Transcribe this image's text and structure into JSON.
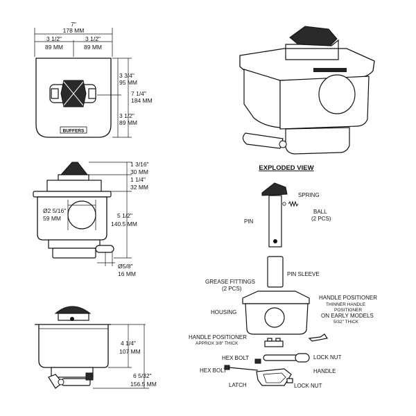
{
  "top_view": {
    "width_in": "7\"",
    "width_mm": "178 MM",
    "half_left_in": "3 1/2\"",
    "half_left_mm": "89 MM",
    "half_right_in": "3 1/2\"",
    "half_right_mm": "89 MM",
    "upper_in": "3 3/4\"",
    "upper_mm": "95 MM",
    "total_in": "7 1/4\"",
    "total_mm": "184 MM",
    "lower_in": "3 1/2\"",
    "lower_mm": "89 MM",
    "brand": "BUFFERS"
  },
  "front_view": {
    "cap_in": "1 3/16\"",
    "cap_mm": "30 MM",
    "flange_in": "1 1/4\"",
    "flange_mm": "32 MM",
    "hole_dia_in": "Ø2 5/16\"",
    "hole_dia_mm": "59 MM",
    "height_in": "5 1/2\"",
    "height_mm": "140.5 MM",
    "pin_dia_in": "Ø5/8\"",
    "pin_dia_mm": "16 MM"
  },
  "side_view": {
    "body_in": "4 1/4\"",
    "body_mm": "107 MM",
    "overall_in": "6 5/32\"",
    "overall_mm": "156.5 MM"
  },
  "exploded": {
    "title": "EXPLODED VIEW",
    "spring": "SPRING",
    "ball": "BALL",
    "ball_qty": "(2 PCS)",
    "pin": "PIN",
    "pin_sleeve": "PIN SLEEVE",
    "grease": "GREASE FITTINGS",
    "grease_qty": "(2 PCS)",
    "housing": "HOUSING",
    "hp_thin_1": "HANDLE POSITIONER",
    "hp_thin_2": "THINNER HANDLE",
    "hp_thin_3": "POSITIONER",
    "hp_thin_4": "ON EARLY MODELS",
    "hp_thin_5": "5/32\" THICK",
    "hp_1": "HANDLE POSITIONER",
    "hp_2": "APPROX 3/8\" THICK",
    "hex_bolt_a": "HEX BOLT",
    "lock_nut_a": "LOCK NUT",
    "hex_bolt_b": "HEX BOLT",
    "handle": "HANDLE",
    "latch": "LATCH",
    "lock_nut_b": "LOCK NUT"
  }
}
